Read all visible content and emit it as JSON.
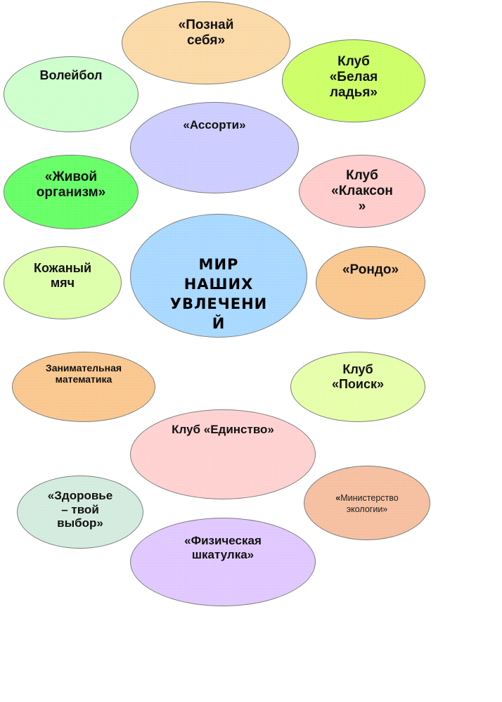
{
  "diagram": {
    "center": {
      "label": "МИР\nНАШИХ\nУВЛЕЧЕНИ\nЙ",
      "color": "#a8d8ff"
    },
    "nodes": {
      "poznai": {
        "label": "«Познай\nсебя»",
        "color": "#fbd9a7"
      },
      "voleibol": {
        "label": "Волейбол",
        "color": "#ccffcc"
      },
      "ladya": {
        "label": "Клуб\n«Белая\nладья»",
        "color": "#ccff66"
      },
      "assorti": {
        "label": "«Ассорти»",
        "color": "#ccccff"
      },
      "zhivoi": {
        "label": "«Живой\nорганизм»",
        "color": "#66ff66"
      },
      "klakson": {
        "label": "Клуб\n«Клаксон\n»",
        "color": "#ffcccc"
      },
      "myach": {
        "label": "Кожаный\nмяч",
        "color": "#ddffaa"
      },
      "rondo": {
        "label": "«Рондо»",
        "color": "#f9c78e"
      },
      "matem": {
        "label": "Занимательная\nматематика",
        "color": "#f9c78e"
      },
      "poisk": {
        "label": "Клуб\n«Поиск»",
        "color": "#e6ffaa"
      },
      "edinstvo": {
        "label": "Клуб «Единство»",
        "color": "#ffd1d1"
      },
      "zdorovie": {
        "label": "«Здоровье\n– твой\nвыбор»",
        "color": "#d3ebdf"
      },
      "ekolog_prefix": {
        "label": "«"
      },
      "ekolog": {
        "label": "Министерство\nэкологии»",
        "color": "#f5bfa0"
      },
      "fizich": {
        "label": "«Физическая\nшкатулка»",
        "color": "#e0c8ff"
      }
    }
  }
}
